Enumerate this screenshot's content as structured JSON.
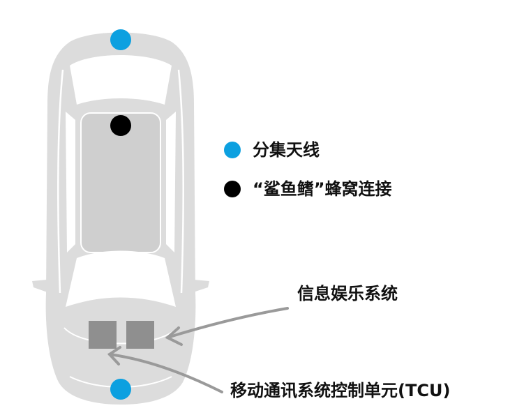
{
  "colors": {
    "car_fill": "#dcdcdc",
    "car_detail": "#ffffff",
    "antenna": "#0ca0e0",
    "shark_fin": "#000000",
    "module": "#8f8f8f",
    "arrow": "#9a9a9a"
  },
  "legend": [
    {
      "label": "分集天线",
      "icon": "blue-dot",
      "color": "#0ca0e0"
    },
    {
      "label": "“鲨鱼鳍”蜂窝连接",
      "icon": "black-dot",
      "color": "#000000"
    }
  ],
  "callouts": {
    "infotainment": "信息娱乐系统",
    "tcu": "移动通讯系统控制单元(TCU)"
  }
}
